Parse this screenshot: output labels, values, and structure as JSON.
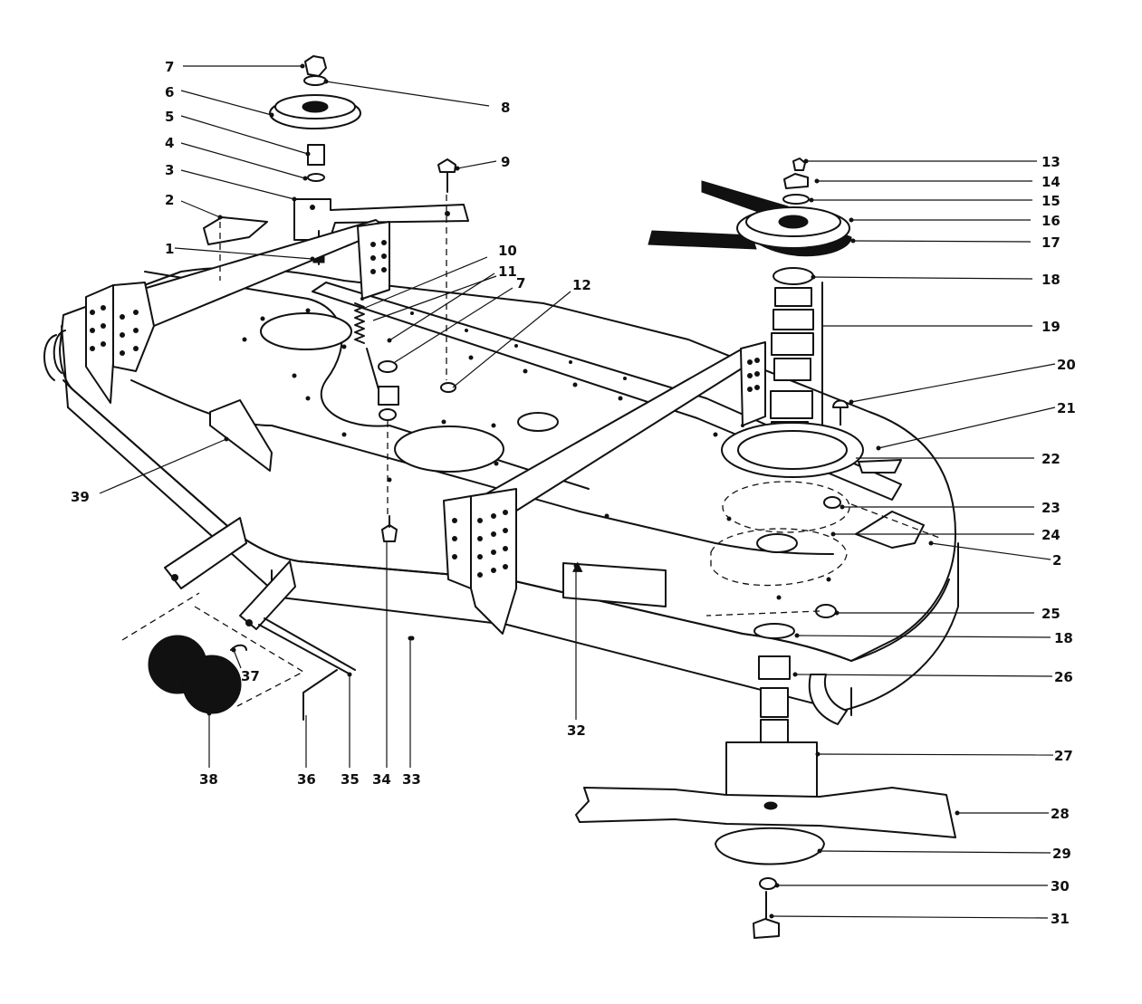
{
  "diagram": {
    "callouts": [
      {
        "label": "7"
      },
      {
        "label": "6"
      },
      {
        "label": "8"
      },
      {
        "label": "5"
      },
      {
        "label": "4"
      },
      {
        "label": "3"
      },
      {
        "label": "9"
      },
      {
        "label": "2"
      },
      {
        "label": "1"
      },
      {
        "label": "10"
      },
      {
        "label": "11"
      },
      {
        "label": "7"
      },
      {
        "label": "12"
      },
      {
        "label": "13"
      },
      {
        "label": "14"
      },
      {
        "label": "15"
      },
      {
        "label": "16"
      },
      {
        "label": "17"
      },
      {
        "label": "18"
      },
      {
        "label": "19"
      },
      {
        "label": "20"
      },
      {
        "label": "21"
      },
      {
        "label": "22"
      },
      {
        "label": "23"
      },
      {
        "label": "24"
      },
      {
        "label": "2"
      },
      {
        "label": "25"
      },
      {
        "label": "18"
      },
      {
        "label": "26"
      },
      {
        "label": "27"
      },
      {
        "label": "28"
      },
      {
        "label": "29"
      },
      {
        "label": "30"
      },
      {
        "label": "31"
      },
      {
        "label": "39"
      },
      {
        "label": "37"
      },
      {
        "label": "38"
      },
      {
        "label": "36"
      },
      {
        "label": "35"
      },
      {
        "label": "34"
      },
      {
        "label": "33"
      },
      {
        "label": "32"
      }
    ],
    "decal_32_mark": "▲"
  }
}
